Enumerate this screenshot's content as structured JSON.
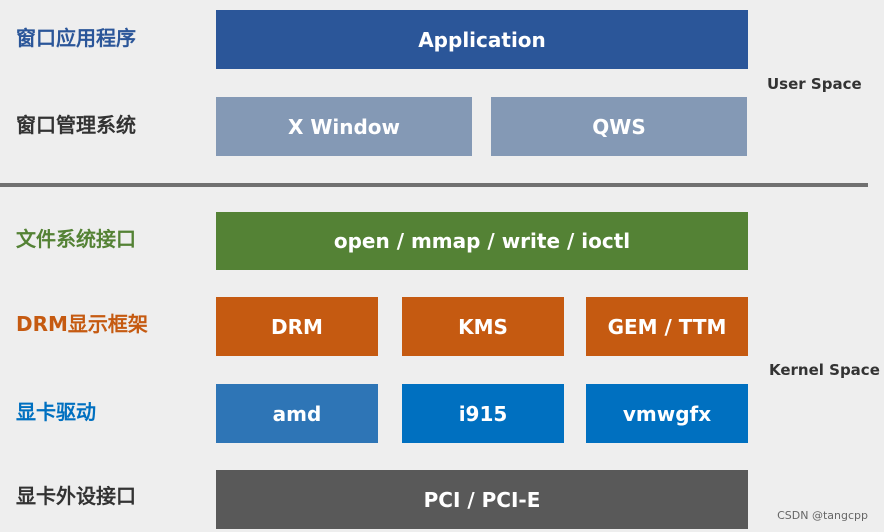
{
  "rows": {
    "application": {
      "label": "窗口应用程序",
      "boxes": [
        "Application"
      ],
      "color": "#2b5699"
    },
    "window_manager": {
      "label": "窗口管理系统",
      "boxes": [
        "X Window",
        "QWS"
      ],
      "color": "#8499b5"
    },
    "file_interface": {
      "label": "文件系统接口",
      "boxes": [
        "open / mmap / write / ioctl"
      ],
      "color": "#548235"
    },
    "drm_framework": {
      "label": "DRM显示框架",
      "boxes": [
        "DRM",
        "KMS",
        "GEM / TTM"
      ],
      "color": "#c55a11"
    },
    "gpu_driver": {
      "label": "显卡驱动",
      "boxes": [
        "amd",
        "i915",
        "vmwgfx"
      ],
      "color": "#0070c0"
    },
    "gpu_interface": {
      "label": "显卡外设接口",
      "boxes": [
        "PCI / PCI-E"
      ],
      "color": "#595959"
    }
  },
  "label_colors": {
    "application": "#2b5699",
    "window_manager": "#333333",
    "file_interface": "#548235",
    "drm_framework": "#c55a11",
    "gpu_driver": "#0070c0",
    "gpu_interface": "#333333"
  },
  "spaces": {
    "user": "User Space",
    "kernel": "Kernel Space"
  },
  "watermark": "CSDN @tangcpp"
}
